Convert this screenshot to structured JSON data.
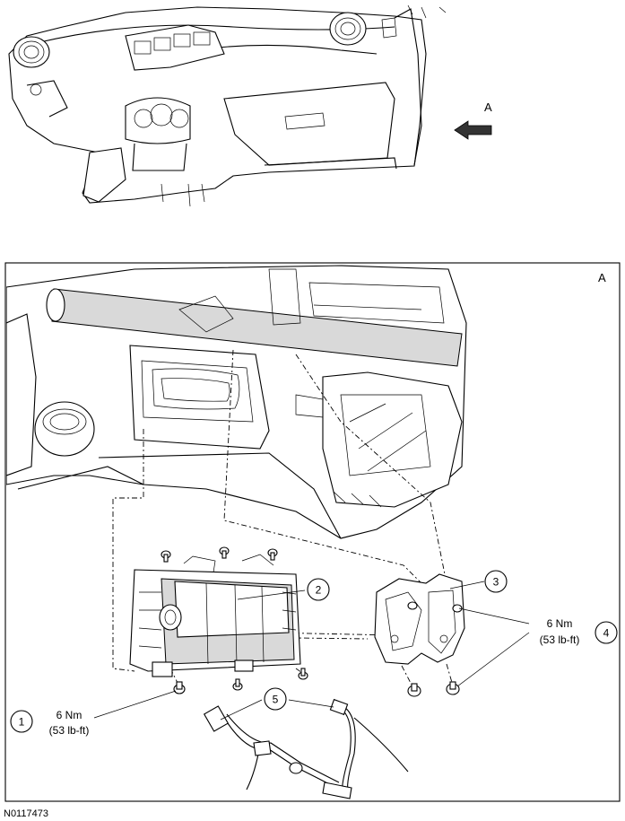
{
  "figure_id": "N0117473",
  "overview": {
    "view_arrow_label": "A"
  },
  "detail": {
    "view_label": "A"
  },
  "callouts": [
    {
      "number": "1",
      "torque_nm": "6 Nm",
      "torque_lbft": "(53 lb-ft)"
    },
    {
      "number": "2"
    },
    {
      "number": "3"
    },
    {
      "number": "4",
      "torque_nm": "6 Nm",
      "torque_lbft": "(53 lb-ft)"
    },
    {
      "number": "5"
    }
  ]
}
